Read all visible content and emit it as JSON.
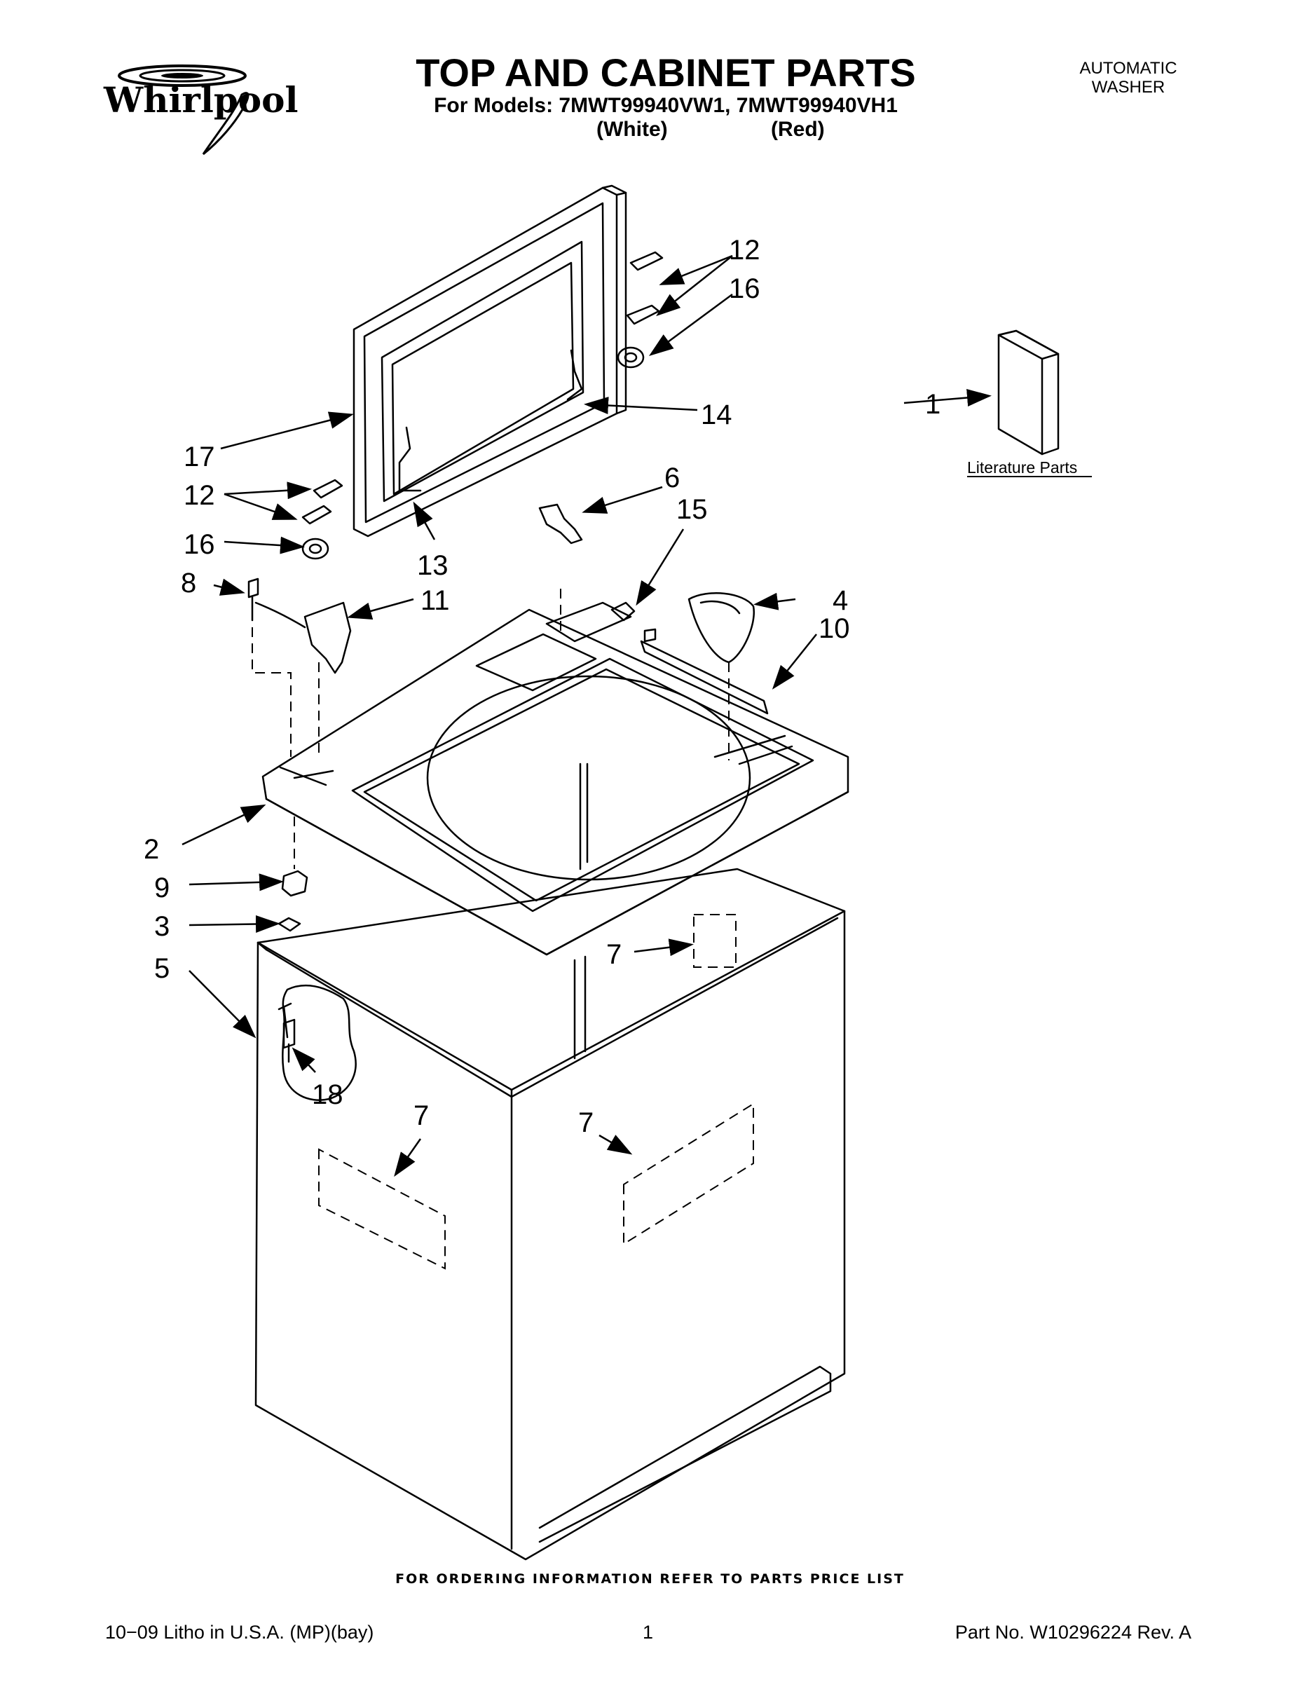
{
  "header": {
    "brand": "Whirlpool",
    "title": "TOP AND CABINET PARTS",
    "models_line": "For Models: 7MWT99940VW1, 7MWT99940VH1",
    "variant_white": "(White)",
    "variant_red": "(Red)",
    "product_type": "AUTOMATIC\nWASHER"
  },
  "diagram": {
    "callouts": [
      "1",
      "2",
      "3",
      "4",
      "5",
      "6",
      "7",
      "7",
      "7",
      "8",
      "9",
      "10",
      "11",
      "12",
      "12",
      "13",
      "14",
      "15",
      "16",
      "16",
      "17",
      "18"
    ],
    "literature_label": "Literature Parts"
  },
  "footer": {
    "ordering_note": "FOR ORDERING INFORMATION REFER TO PARTS PRICE LIST",
    "litho": "10−09 Litho in U.S.A. (MP)(bay)",
    "page": "1",
    "part_no": "Part No. W10296224 Rev. A"
  }
}
